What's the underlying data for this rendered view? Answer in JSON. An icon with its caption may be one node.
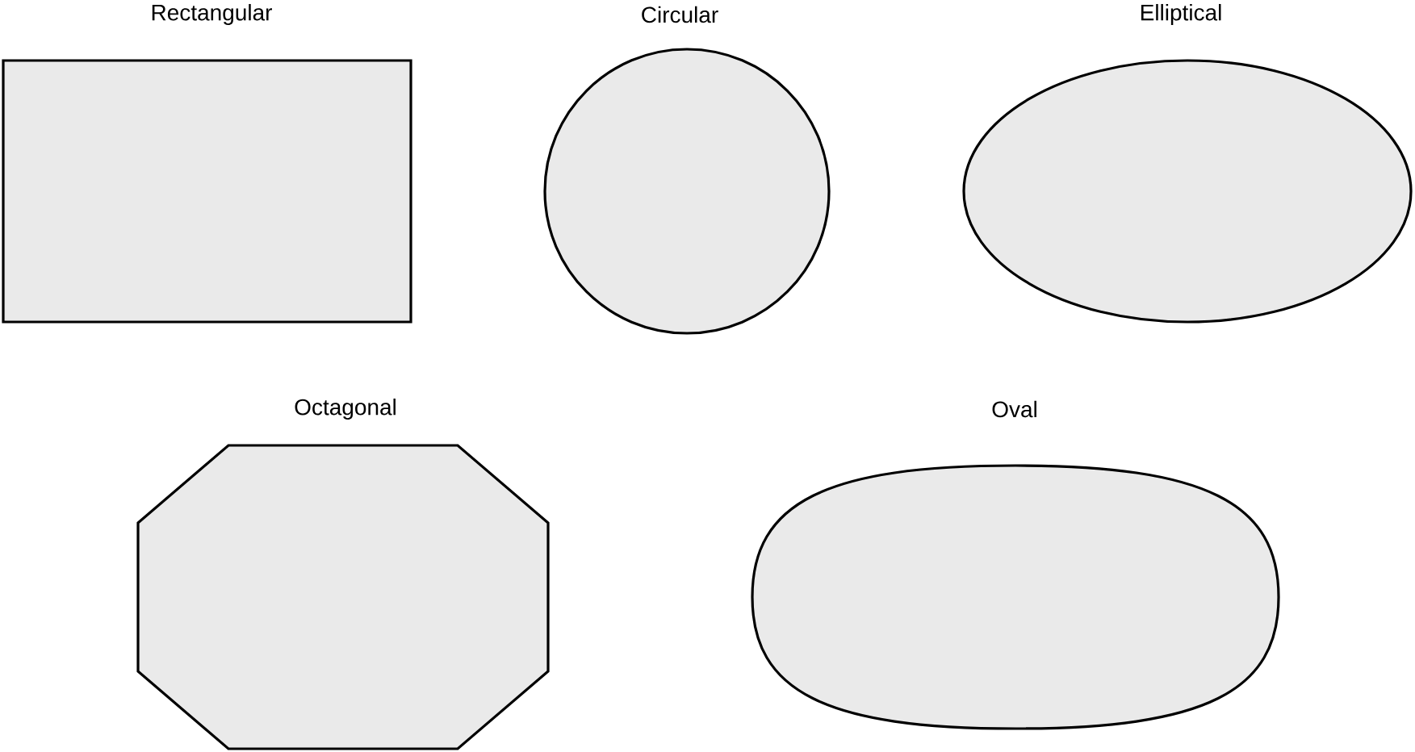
{
  "diagram": {
    "nodes": [
      {
        "text": [
          "Rectangular"
        ]
      },
      {
        "text": [
          "Circular"
        ]
      },
      {
        "text": [
          "Elliptical"
        ]
      },
      {
        "text": [
          "Octagonal"
        ]
      },
      {
        "text": [
          "Oval"
        ]
      }
    ]
  }
}
